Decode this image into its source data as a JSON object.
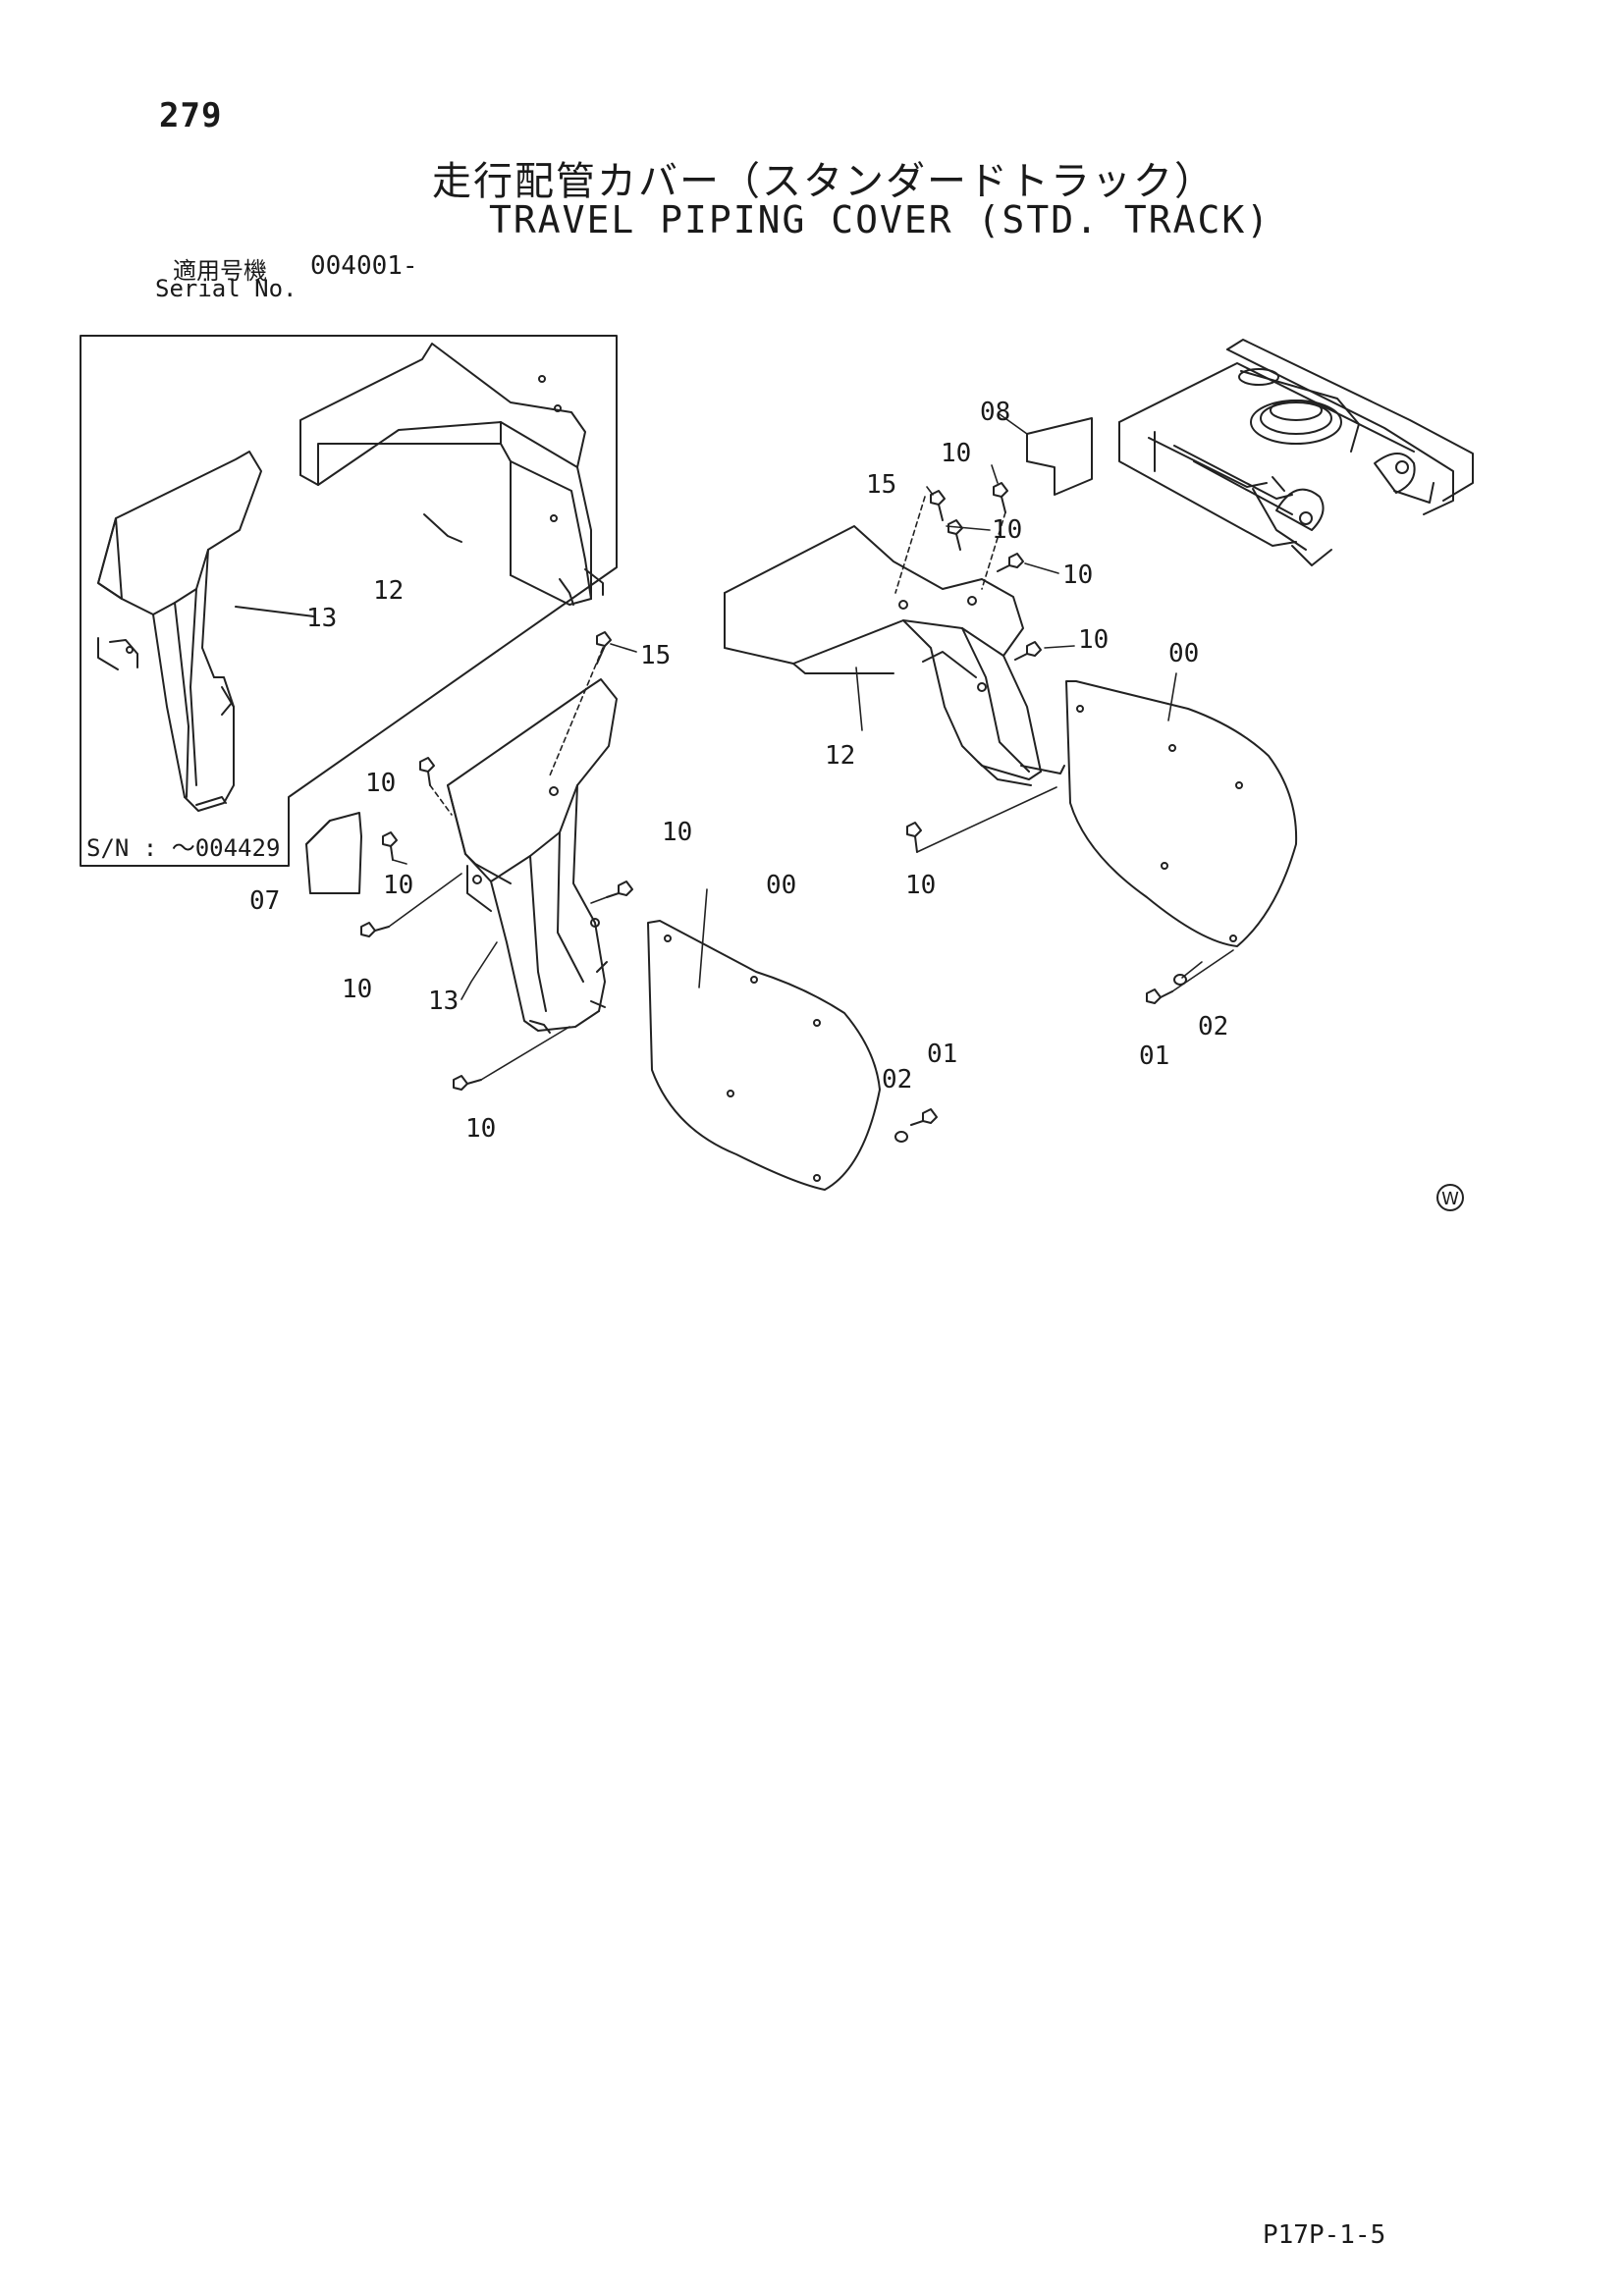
{
  "page": {
    "number": "279",
    "title_jp": "走行配管カバー（スタンダードトラック）",
    "title_en": "TRAVEL PIPING COVER (STD. TRACK)",
    "serial_label_jp": "適用号機",
    "serial_value": "004001-",
    "serial_label_en": "Serial No.",
    "page_code": "P17P-1-5"
  },
  "inset": {
    "label": "S/N : ～004429"
  },
  "callouts": {
    "c_08": "08",
    "c_10_a": "10",
    "c_15_a": "15",
    "c_10_b": "10",
    "c_10_c": "10",
    "c_10_d": "10",
    "c_00_right": "00",
    "c_12_right": "12",
    "c_15_b": "15",
    "c_10_e": "10",
    "c_10_f": "10",
    "c_10_g": "10",
    "c_07": "07",
    "c_10_h": "10",
    "c_13_main": "13",
    "c_10_i": "10",
    "c_00_left": "00",
    "c_10_j": "10",
    "c_02_left": "02",
    "c_01_left": "01",
    "c_02_right": "02",
    "c_01_right": "01",
    "c_12_inset": "12",
    "c_13_inset": "13",
    "watermark": "W"
  }
}
